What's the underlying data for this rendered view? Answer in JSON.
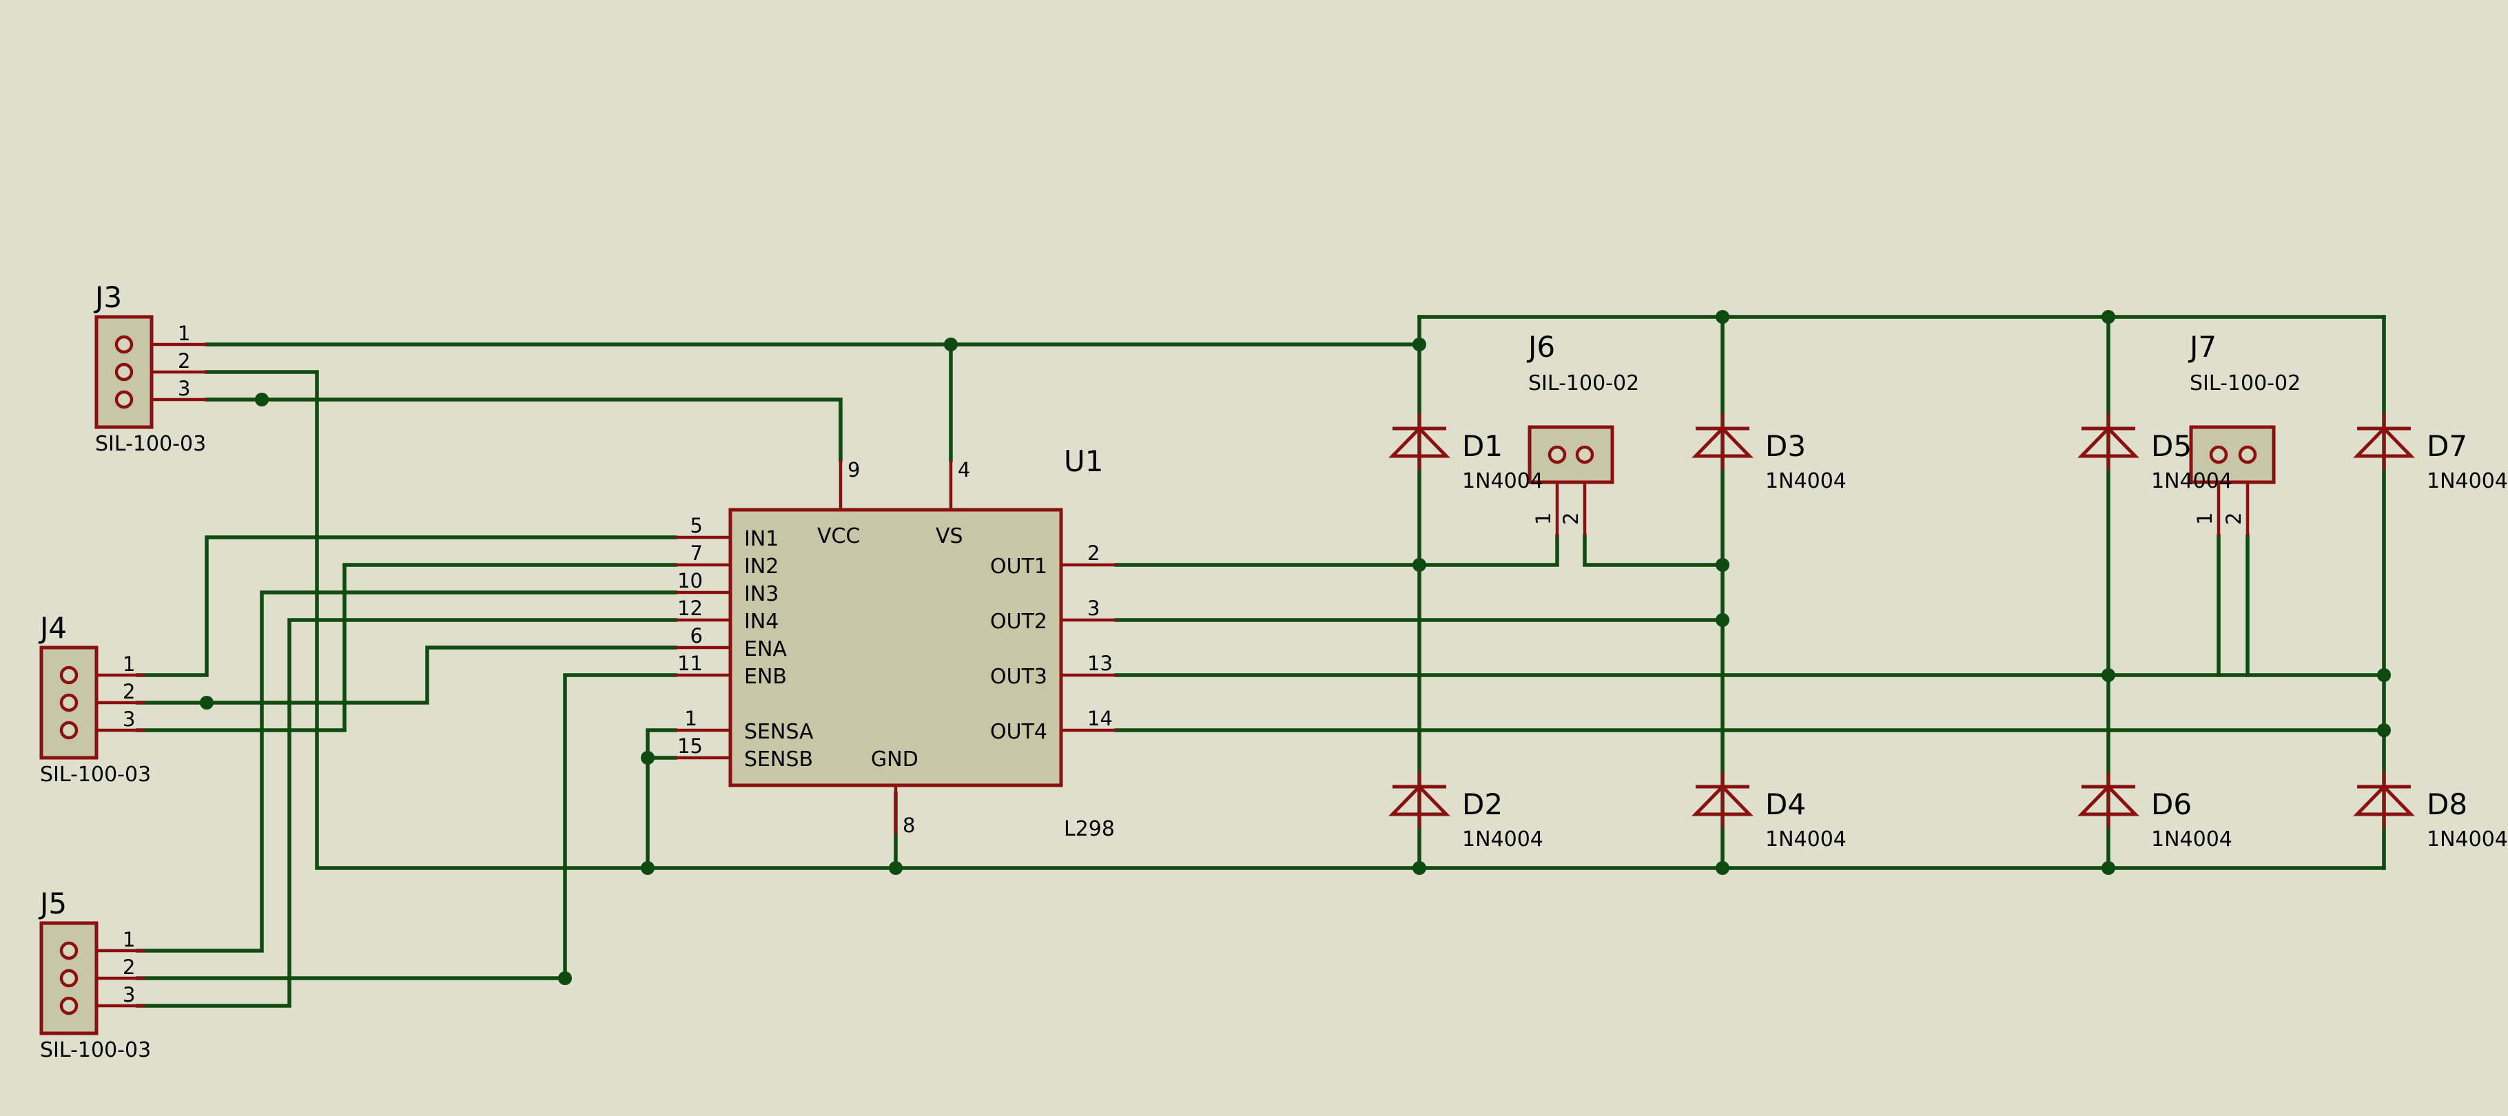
{
  "schematic": {
    "u1": {
      "ref": "U1",
      "value": "L298",
      "pins": {
        "in1": {
          "name": "IN1",
          "num": "5"
        },
        "in2": {
          "name": "IN2",
          "num": "7"
        },
        "in3": {
          "name": "IN3",
          "num": "10"
        },
        "in4": {
          "name": "IN4",
          "num": "12"
        },
        "ena": {
          "name": "ENA",
          "num": "6"
        },
        "enb": {
          "name": "ENB",
          "num": "11"
        },
        "sensa": {
          "name": "SENSA",
          "num": "1"
        },
        "sensb": {
          "name": "SENSB",
          "num": "15"
        },
        "vcc": {
          "name": "VCC",
          "num": "9"
        },
        "vs": {
          "name": "VS",
          "num": "4"
        },
        "gnd": {
          "name": "GND",
          "num": "8"
        },
        "out1": {
          "name": "OUT1",
          "num": "2"
        },
        "out2": {
          "name": "OUT2",
          "num": "3"
        },
        "out3": {
          "name": "OUT3",
          "num": "13"
        },
        "out4": {
          "name": "OUT4",
          "num": "14"
        }
      }
    },
    "j3": {
      "ref": "J3",
      "value": "SIL-100-03",
      "pins": [
        "1",
        "2",
        "3"
      ]
    },
    "j4": {
      "ref": "J4",
      "value": "SIL-100-03",
      "pins": [
        "1",
        "2",
        "3"
      ]
    },
    "j5": {
      "ref": "J5",
      "value": "SIL-100-03",
      "pins": [
        "1",
        "2",
        "3"
      ]
    },
    "j6": {
      "ref": "J6",
      "value": "SIL-100-02",
      "pins": [
        "1",
        "2"
      ]
    },
    "j7": {
      "ref": "J7",
      "value": "SIL-100-02",
      "pins": [
        "1",
        "2"
      ]
    },
    "diodes": [
      {
        "ref": "D1",
        "value": "1N4004"
      },
      {
        "ref": "D2",
        "value": "1N4004"
      },
      {
        "ref": "D3",
        "value": "1N4004"
      },
      {
        "ref": "D4",
        "value": "1N4004"
      },
      {
        "ref": "D5",
        "value": "1N4004"
      },
      {
        "ref": "D6",
        "value": "1N4004"
      },
      {
        "ref": "D7",
        "value": "1N4004"
      },
      {
        "ref": "D8",
        "value": "1N4004"
      }
    ],
    "colors": {
      "background": "#DFDFCD",
      "wire": "#0F4A0F",
      "component_outline": "#8B1010",
      "component_fill": "#C7C7A7"
    }
  }
}
